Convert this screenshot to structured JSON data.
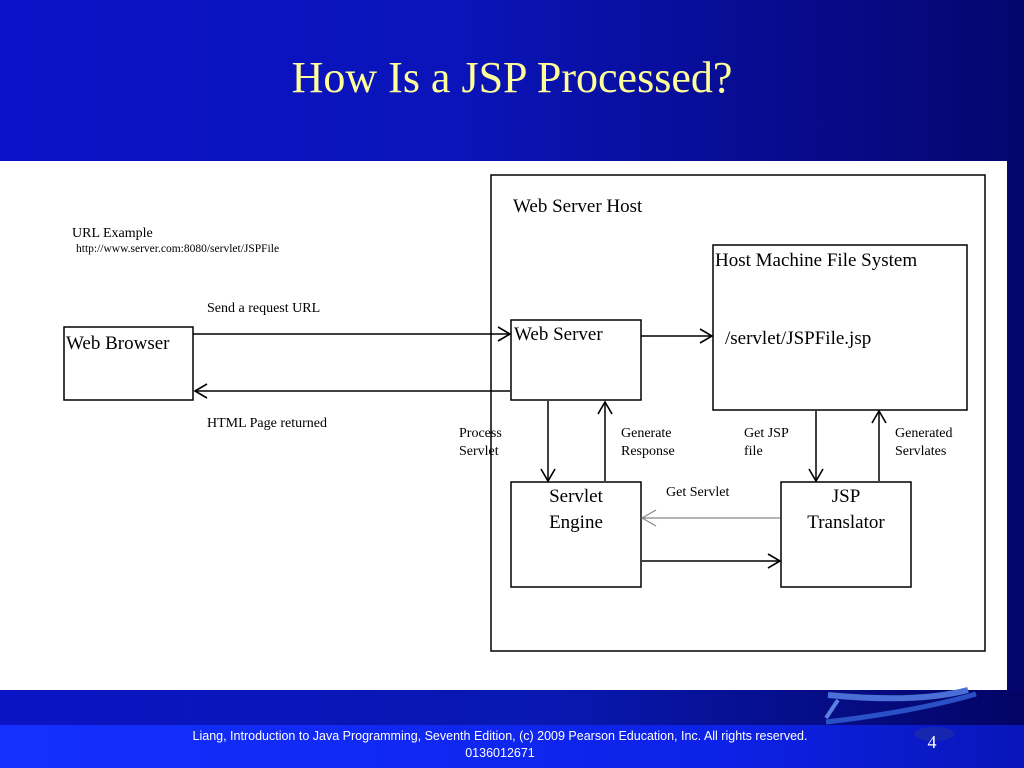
{
  "slide": {
    "title": "How Is a JSP Processed?",
    "footer": "Liang, Introduction to Java Programming, Seventh Edition, (c) 2009 Pearson Education, Inc. All rights reserved. 0136012671",
    "page_number": "4"
  },
  "diagram": {
    "url_example_label": "URL Example",
    "url_example": "http://www.server.com:8080/servlet/JSPFile",
    "web_server_host": "Web Server Host",
    "file_system": "Host Machine File System",
    "file_path": "/servlet/JSPFile.jsp",
    "web_browser": "Web Browser",
    "web_server": "Web Server",
    "servlet_engine_line1": "Servlet",
    "servlet_engine_line2": "Engine",
    "jsp_translator_line1": "JSP",
    "jsp_translator_line2": "Translator",
    "send_request": "Send a request URL",
    "html_returned": "HTML Page returned",
    "process_servlet_line1": "Process",
    "process_servlet_line2": "Servlet",
    "generate_response_line1": "Generate",
    "generate_response_line2": "Response",
    "get_jsp_file_line1": "Get JSP",
    "get_jsp_file_line2": "file",
    "generated_servlets_line1": "Generated",
    "generated_servlets_line2": "Servlates",
    "get_servlet": "Get Servlet"
  }
}
